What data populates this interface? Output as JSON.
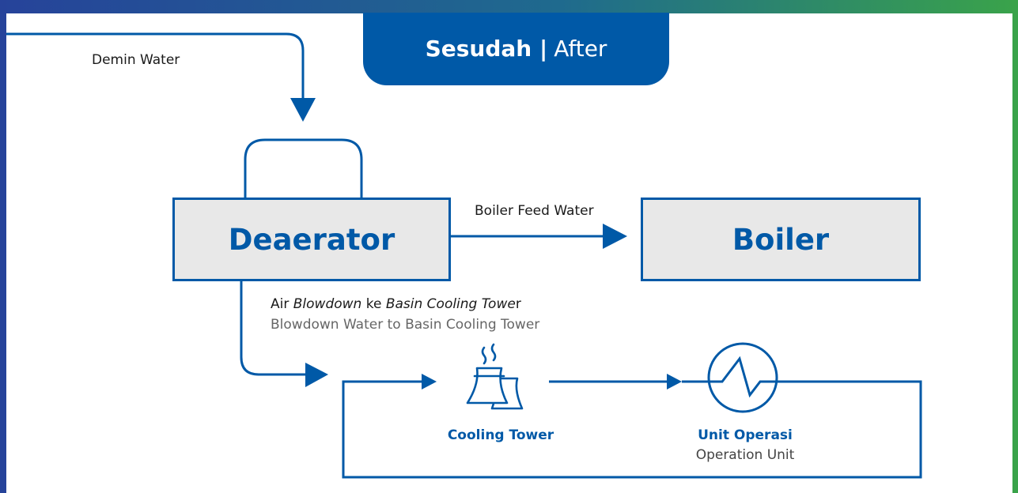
{
  "header": {
    "title_bold": "Sesudah",
    "separator": "|",
    "title_regular": "After"
  },
  "inputs": {
    "demin_water": "Demin Water"
  },
  "nodes": {
    "deaerator": "Deaerator",
    "boiler": "Boiler",
    "cooling_tower": "Cooling Tower",
    "unit_operasi": "Unit Operasi",
    "operation_unit": "Operation Unit"
  },
  "flows": {
    "boiler_feed_water": "Boiler Feed Water",
    "blowdown_id_prefix": "Air ",
    "blowdown_id_term1": "Blowdown",
    "blowdown_id_mid": " ke ",
    "blowdown_id_term2": "Basin Cooling Towe",
    "blowdown_id_suffix": "r",
    "blowdown_en": "Blowdown Water to Basin Cooling Tower"
  },
  "colors": {
    "primary_blue": "#0059a7",
    "border_navy": "#26439a",
    "border_green": "#3aa34a",
    "box_fill": "#e8e8e8"
  }
}
